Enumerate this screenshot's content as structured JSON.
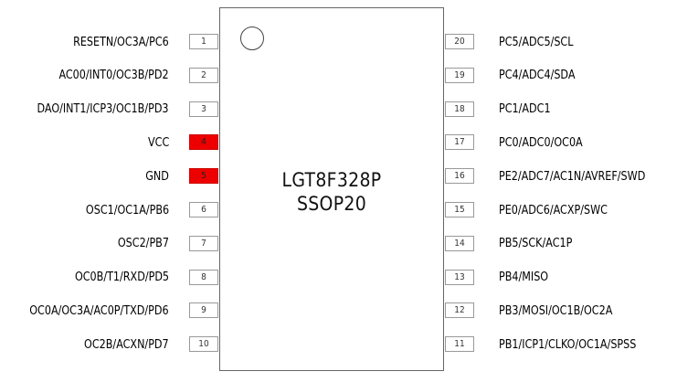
{
  "chip": {
    "name": "LGT8F328P",
    "package": "SSOP20"
  },
  "left_pins": [
    {
      "number": "1",
      "label": "RESETN/OC3A/PC6",
      "highlight": false
    },
    {
      "number": "2",
      "label": "AC00/INT0/OC3B/PD2",
      "highlight": false
    },
    {
      "number": "3",
      "label": "DAO/INT1/ICP3/OC1B/PD3",
      "highlight": false
    },
    {
      "number": "4",
      "label": "VCC",
      "highlight": true
    },
    {
      "number": "5",
      "label": "GND",
      "highlight": true
    },
    {
      "number": "6",
      "label": "OSC1/OC1A/PB6",
      "highlight": false
    },
    {
      "number": "7",
      "label": "OSC2/PB7",
      "highlight": false
    },
    {
      "number": "8",
      "label": "OC0B/T1/RXD/PD5",
      "highlight": false
    },
    {
      "number": "9",
      "label": "OC0A/OC3A/AC0P/TXD/PD6",
      "highlight": false
    },
    {
      "number": "10",
      "label": "OC2B/ACXN/PD7",
      "highlight": false
    }
  ],
  "right_pins": [
    {
      "number": "20",
      "label": "PC5/ADC5/SCL",
      "highlight": false
    },
    {
      "number": "19",
      "label": "PC4/ADC4/SDA",
      "highlight": false
    },
    {
      "number": "18",
      "label": "PC1/ADC1",
      "highlight": false
    },
    {
      "number": "17",
      "label": "PC0/ADC0/OC0A",
      "highlight": false
    },
    {
      "number": "16",
      "label": "PE2/ADC7/AC1N/AVREF/SWD",
      "highlight": false
    },
    {
      "number": "15",
      "label": "PE0/ADC6/ACXP/SWC",
      "highlight": false
    },
    {
      "number": "14",
      "label": "PB5/SCK/AC1P",
      "highlight": false
    },
    {
      "number": "13",
      "label": "PB4/MISO",
      "highlight": false
    },
    {
      "number": "12",
      "label": "PB3/MOSI/OC1B/OC2A",
      "highlight": false
    },
    {
      "number": "11",
      "label": "PB1/ICP1/CLKO/OC1A/SPSS",
      "highlight": false
    }
  ],
  "colors": {
    "power_pin": "#ee0000"
  }
}
